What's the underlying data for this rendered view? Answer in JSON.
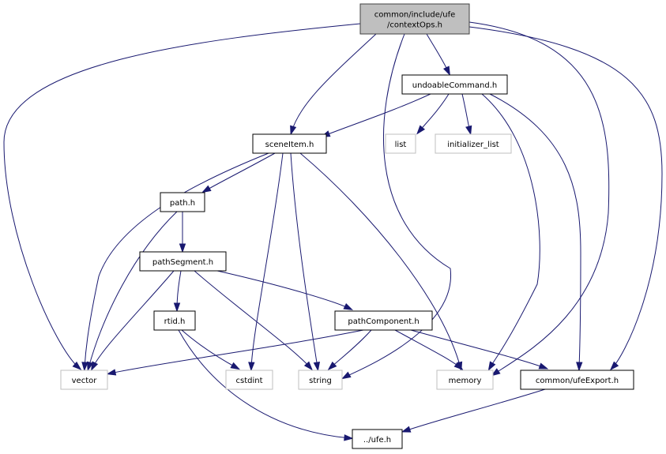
{
  "title": "Include dependency graph for contextOps.h",
  "colors": {
    "edge": "#191970",
    "root_fill": "#bfbfbf",
    "root_border": "#404040",
    "doc_border": "#000000",
    "ext_border": "#bfbfbf",
    "node_fill": "#ffffff"
  },
  "nodes": [
    {
      "id": "contextOps",
      "lines": [
        "common/include/ufe",
        "/contextOps.h"
      ],
      "kind": "root"
    },
    {
      "id": "undoableCommand",
      "lines": [
        "undoableCommand.h"
      ],
      "kind": "documented"
    },
    {
      "id": "sceneItem",
      "lines": [
        "sceneItem.h"
      ],
      "kind": "documented"
    },
    {
      "id": "list",
      "lines": [
        "list"
      ],
      "kind": "external"
    },
    {
      "id": "initializer_list",
      "lines": [
        "initializer_list"
      ],
      "kind": "external"
    },
    {
      "id": "path",
      "lines": [
        "path.h"
      ],
      "kind": "documented"
    },
    {
      "id": "pathSegment",
      "lines": [
        "pathSegment.h"
      ],
      "kind": "documented"
    },
    {
      "id": "rtid",
      "lines": [
        "rtid.h"
      ],
      "kind": "documented"
    },
    {
      "id": "pathComponent",
      "lines": [
        "pathComponent.h"
      ],
      "kind": "documented"
    },
    {
      "id": "vector",
      "lines": [
        "vector"
      ],
      "kind": "external"
    },
    {
      "id": "cstdint",
      "lines": [
        "cstdint"
      ],
      "kind": "external"
    },
    {
      "id": "string",
      "lines": [
        "string"
      ],
      "kind": "external"
    },
    {
      "id": "memory",
      "lines": [
        "memory"
      ],
      "kind": "external"
    },
    {
      "id": "ufeExport",
      "lines": [
        "common/ufeExport.h"
      ],
      "kind": "documented"
    },
    {
      "id": "ufe",
      "lines": [
        "../ufe.h"
      ],
      "kind": "documented"
    }
  ],
  "edges": [
    {
      "from": "contextOps",
      "to": "vector"
    },
    {
      "from": "contextOps",
      "to": "sceneItem"
    },
    {
      "from": "contextOps",
      "to": "string"
    },
    {
      "from": "contextOps",
      "to": "undoableCommand"
    },
    {
      "from": "contextOps",
      "to": "memory"
    },
    {
      "from": "contextOps",
      "to": "ufeExport"
    },
    {
      "from": "undoableCommand",
      "to": "sceneItem"
    },
    {
      "from": "undoableCommand",
      "to": "list"
    },
    {
      "from": "undoableCommand",
      "to": "initializer_list"
    },
    {
      "from": "undoableCommand",
      "to": "memory"
    },
    {
      "from": "undoableCommand",
      "to": "ufeExport"
    },
    {
      "from": "sceneItem",
      "to": "vector"
    },
    {
      "from": "sceneItem",
      "to": "path"
    },
    {
      "from": "sceneItem",
      "to": "cstdint"
    },
    {
      "from": "sceneItem",
      "to": "string"
    },
    {
      "from": "sceneItem",
      "to": "memory"
    },
    {
      "from": "path",
      "to": "vector"
    },
    {
      "from": "path",
      "to": "pathSegment"
    },
    {
      "from": "pathSegment",
      "to": "vector"
    },
    {
      "from": "pathSegment",
      "to": "rtid"
    },
    {
      "from": "pathSegment",
      "to": "string"
    },
    {
      "from": "pathSegment",
      "to": "pathComponent"
    },
    {
      "from": "rtid",
      "to": "cstdint"
    },
    {
      "from": "rtid",
      "to": "ufe"
    },
    {
      "from": "pathComponent",
      "to": "vector"
    },
    {
      "from": "pathComponent",
      "to": "string"
    },
    {
      "from": "pathComponent",
      "to": "memory"
    },
    {
      "from": "pathComponent",
      "to": "ufeExport"
    },
    {
      "from": "ufeExport",
      "to": "ufe"
    }
  ]
}
